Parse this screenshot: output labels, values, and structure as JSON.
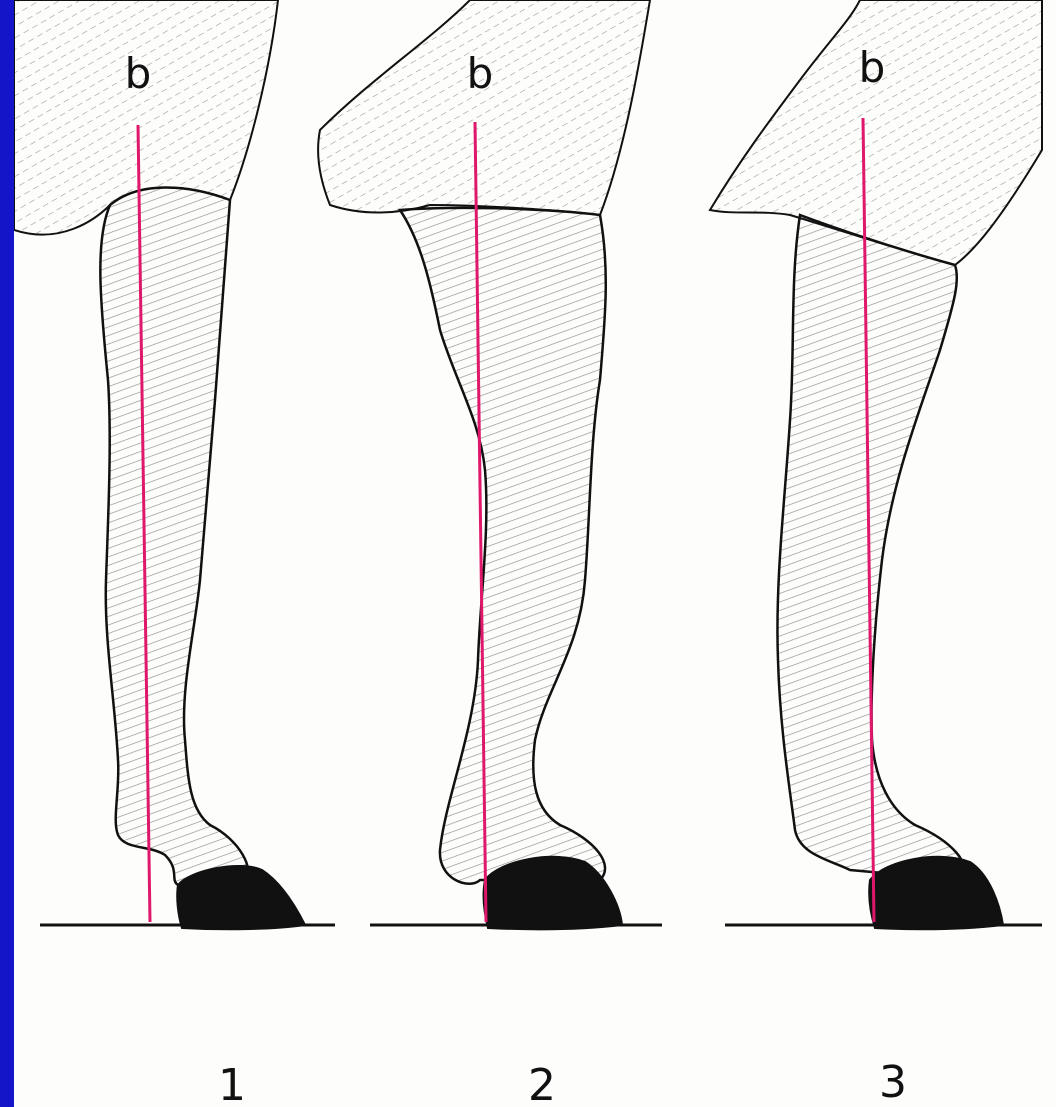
{
  "figure": {
    "legs": [
      {
        "label_top": "b",
        "label_bottom": "1"
      },
      {
        "label_top": "b",
        "label_bottom": "2"
      },
      {
        "label_top": "b",
        "label_bottom": "3"
      }
    ]
  },
  "colors": {
    "slide_background": "#1414c8",
    "paper": "#fdfdfc",
    "plumb_line": "#e0186c",
    "ink": "#111111"
  }
}
